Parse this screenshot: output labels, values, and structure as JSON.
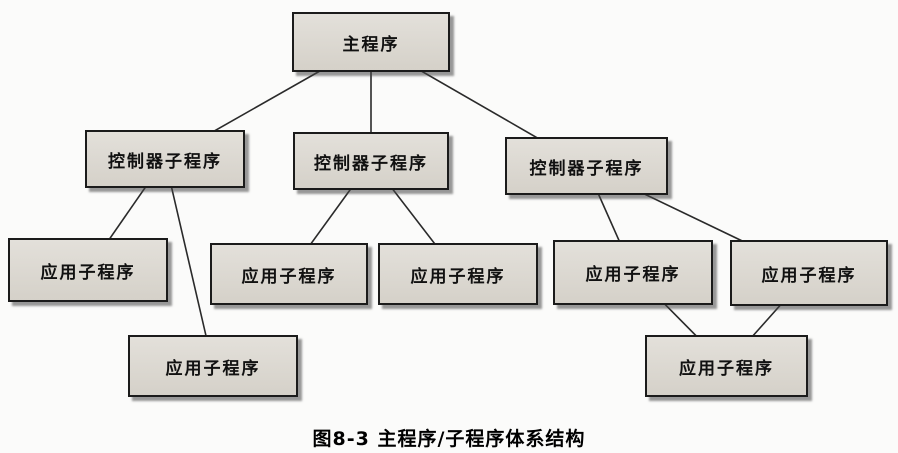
{
  "diagram": {
    "title": "Main program / subprogram architecture diagram",
    "nodes": {
      "main": {
        "label": "主程序"
      },
      "ctrl_left": {
        "label": "控制器子程序"
      },
      "ctrl_mid": {
        "label": "控制器子程序"
      },
      "ctrl_right": {
        "label": "控制器子程序"
      },
      "app1": {
        "label": "应用子程序"
      },
      "app2": {
        "label": "应用子程序"
      },
      "app3": {
        "label": "应用子程序"
      },
      "app4": {
        "label": "应用子程序"
      },
      "app5": {
        "label": "应用子程序"
      },
      "app6": {
        "label": "应用子程序"
      },
      "app7": {
        "label": "应用子程序"
      }
    },
    "edges": [
      [
        "main",
        "ctrl_left"
      ],
      [
        "main",
        "ctrl_mid"
      ],
      [
        "main",
        "ctrl_right"
      ],
      [
        "ctrl_left",
        "app1"
      ],
      [
        "ctrl_left",
        "app6"
      ],
      [
        "ctrl_mid",
        "app2"
      ],
      [
        "ctrl_mid",
        "app3"
      ],
      [
        "ctrl_right",
        "app4"
      ],
      [
        "ctrl_right",
        "app5"
      ],
      [
        "app4",
        "app7"
      ],
      [
        "app5",
        "app7"
      ]
    ],
    "caption": "图8-3  主程序/子程序体系结构"
  }
}
